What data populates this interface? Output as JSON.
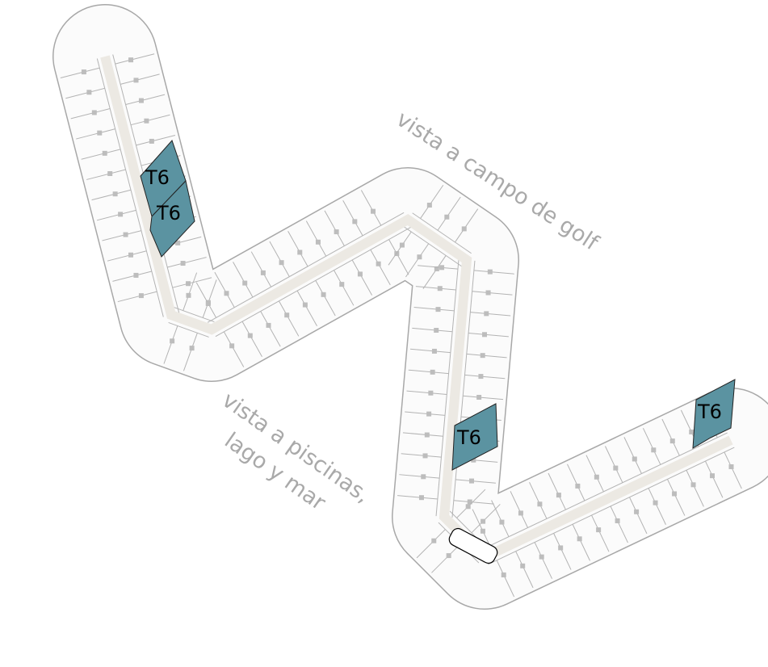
{
  "colors": {
    "unit_highlight": "#5b93a1",
    "corridor": "#ece9e3",
    "linework": "#a8a8a8",
    "view_text": "#a9a9a9"
  },
  "view_labels": {
    "golf": "vista a campo de golf",
    "pools_line1": "vista a piscinas,",
    "pools_line2": "lago y mar"
  },
  "units": [
    {
      "type": "T6"
    },
    {
      "type": "T6"
    },
    {
      "type": "T6"
    },
    {
      "type": "T6"
    }
  ]
}
